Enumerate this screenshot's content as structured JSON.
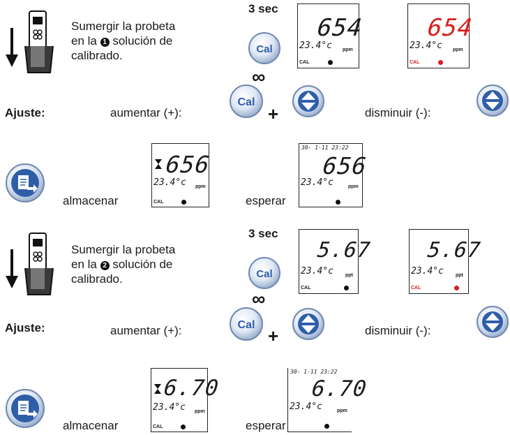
{
  "step1": {
    "instruction_l1": "Sumergir la probeta",
    "instruction_l2a": "en la",
    "instruction_badge": "1",
    "instruction_l2b": "solución de",
    "instruction_l3": "calibrado.",
    "hold_time": "3 sec",
    "cal_label": "Cal",
    "lcd_value": "654",
    "lcd_temp": "23.4°c",
    "lcd_unit": "ppm",
    "lcd_cal": "CAL"
  },
  "adjust1": {
    "label": "Ajuste:",
    "increase": "aumentar (+):",
    "decrease": "disminuir (-):",
    "infinity": "∞",
    "cal_label": "Cal",
    "plus": "+"
  },
  "store1": {
    "store_label": "almacenar",
    "wait_label": "esperar",
    "lcd_value": "656",
    "lcd_temp": "23.4°c",
    "lcd_unit": "ppm",
    "lcd_cal": "CAL",
    "date": "30- 1-11  23:22"
  },
  "step2": {
    "instruction_l1": "Sumergir la probeta",
    "instruction_l2a": "en la",
    "instruction_badge": "2",
    "instruction_l2b": "solución de",
    "instruction_l3": "calibrado.",
    "hold_time": "3 sec",
    "cal_label": "Cal",
    "lcd_value": "5.67",
    "lcd_temp": "23.4°c",
    "lcd_unit": "ppt",
    "lcd_cal": "CAL"
  },
  "adjust2": {
    "label": "Ajuste:",
    "increase": "aumentar (+):",
    "decrease": "disminuir (-):",
    "infinity": "∞",
    "cal_label": "Cal",
    "plus": "+"
  },
  "store2": {
    "store_label": "almacenar",
    "wait_label": "esperar",
    "lcd_value": "6.70",
    "lcd_temp": "23.4°c",
    "lcd_unit": "ppm",
    "lcd_cal": "CAL",
    "date": "30- 1-11  23:22"
  },
  "colors": {
    "button_blue": "#2f5ea8",
    "lcd_red": "#d81e1e"
  },
  "icons": [
    "down-arrow-icon",
    "probe-in-beaker-icon",
    "cal-button-icon",
    "up-down-button-icon",
    "store-button-icon",
    "hourglass-icon"
  ]
}
